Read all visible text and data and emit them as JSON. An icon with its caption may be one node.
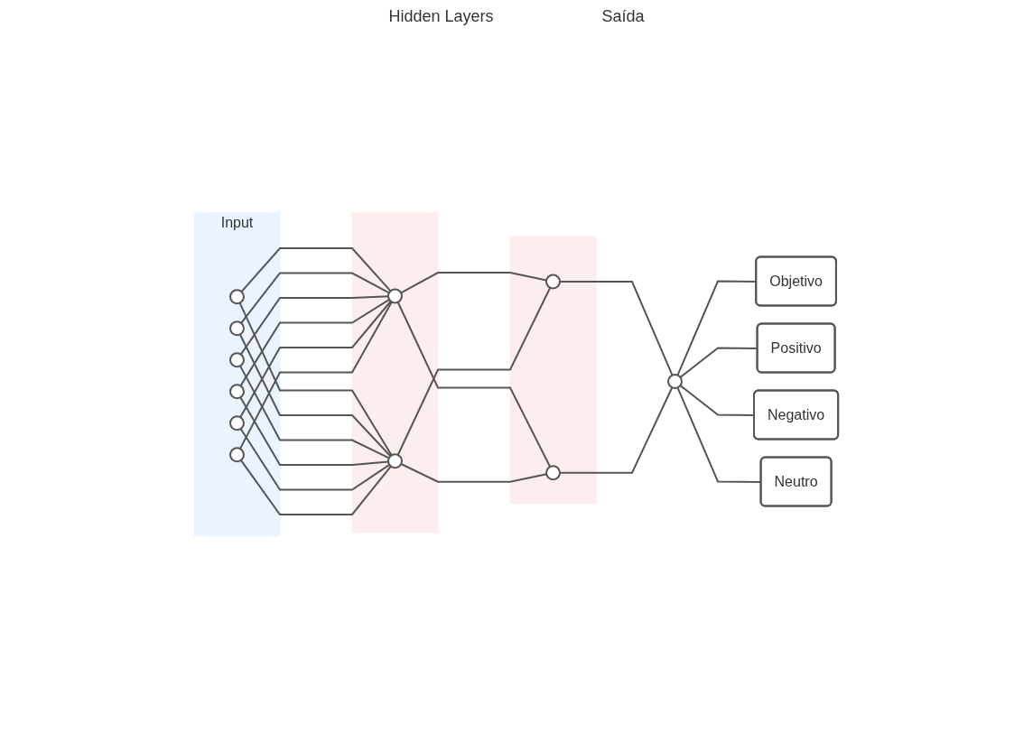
{
  "diagram": {
    "nodes": [
      {
        "text": [
          "Input"
        ]
      },
      {
        "text": [],
        "shape": "circle",
        "in": 0
      },
      {
        "text": [],
        "shape": "circle",
        "in": 0
      },
      {
        "text": [],
        "shape": "circle",
        "in": 0
      },
      {
        "text": [],
        "shape": "circle",
        "in": 0
      },
      {
        "text": [],
        "shape": "circle",
        "in": 0
      },
      {
        "text": [],
        "shape": "circle",
        "in": 0
      },
      {
        "text": [],
        "shape": "box"
      },
      {
        "text": [],
        "shape": "circle",
        "in": 7
      },
      {
        "text": [],
        "shape": "circle",
        "in": 7
      },
      {
        "text": [],
        "shape": "box"
      },
      {
        "text": [],
        "shape": "circle",
        "in": 10
      },
      {
        "text": [],
        "shape": "circle",
        "in": 10
      },
      {
        "text": [],
        "shape": "circle"
      },
      {
        "text": [
          "Objetivo"
        ]
      },
      {
        "text": [
          "Positivo"
        ]
      },
      {
        "text": [
          "Negativo"
        ]
      },
      {
        "text": [
          "Neutro"
        ]
      }
    ],
    "edges": [
      {
        "from": 1,
        "to": 8,
        "arrow": "none"
      },
      {
        "from": 1,
        "to": 9,
        "arrow": "none"
      },
      {
        "from": 2,
        "to": 8,
        "arrow": "none"
      },
      {
        "from": 2,
        "to": 9,
        "arrow": "none"
      },
      {
        "from": 3,
        "to": 8,
        "arrow": "none"
      },
      {
        "from": 3,
        "to": 9,
        "arrow": "none"
      },
      {
        "from": 4,
        "to": 8,
        "arrow": "none"
      },
      {
        "from": 4,
        "to": 9,
        "arrow": "none"
      },
      {
        "from": 5,
        "to": 8,
        "arrow": "none"
      },
      {
        "from": 5,
        "to": 9,
        "arrow": "none"
      },
      {
        "from": 6,
        "to": 8,
        "arrow": "none"
      },
      {
        "from": 6,
        "to": 9,
        "arrow": "none"
      },
      {
        "from": 8,
        "to": 11,
        "arrow": "none"
      },
      {
        "from": 8,
        "to": 12,
        "arrow": "none"
      },
      {
        "from": 9,
        "to": 11,
        "arrow": "none"
      },
      {
        "from": 9,
        "to": 12,
        "arrow": "none"
      },
      {
        "from": 11,
        "to": 13,
        "arrow": "none"
      },
      {
        "from": 12,
        "to": 13,
        "arrow": "none"
      },
      {
        "from": 13,
        "to": 14,
        "arrow": "none"
      },
      {
        "from": 13,
        "to": 15,
        "arrow": "none"
      },
      {
        "from": 13,
        "to": 16,
        "arrow": "none"
      },
      {
        "from": 13,
        "to": 17,
        "arrow": "none"
      }
    ],
    "labels": [
      "Hidden Layers",
      "Saída"
    ]
  }
}
